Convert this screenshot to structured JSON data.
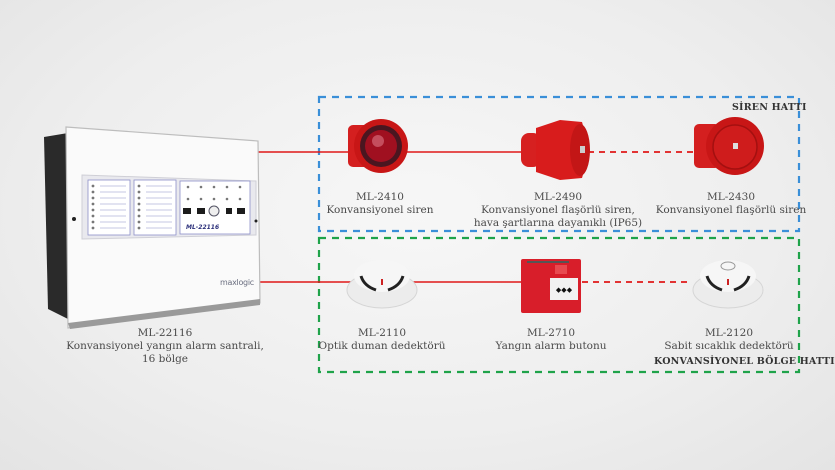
{
  "panel": {
    "model": "ML-22116",
    "description": "Konvansiyonel yangın alarm santrali,",
    "description_line2": "16 bölge",
    "brand": "maxlogic",
    "front_model": "ML-22116"
  },
  "siren_line": {
    "title": "SİREN HATTI",
    "color": "#3a8fd8",
    "devices": [
      {
        "model": "ML-2410",
        "name": "Konvansiyonel siren",
        "name_line2": ""
      },
      {
        "model": "ML-2490",
        "name": "Konvansiyonel flaşörlü siren,",
        "name_line2": "hava şartlarına dayanıklı (IP65)"
      },
      {
        "model": "ML-2430",
        "name": "Konvansiyonel flaşörlü siren",
        "name_line2": ""
      }
    ]
  },
  "zone_line": {
    "title": "KONVANSİYONEL BÖLGE HATTI",
    "color": "#1fa34a",
    "devices": [
      {
        "model": "ML-2110",
        "name": "Optik duman dedektörü"
      },
      {
        "model": "ML-2710",
        "name": "Yangın alarm butonu"
      },
      {
        "model": "ML-2120",
        "name": "Sabit sıcaklık dedektörü"
      }
    ]
  },
  "wire_color": "#e01818"
}
